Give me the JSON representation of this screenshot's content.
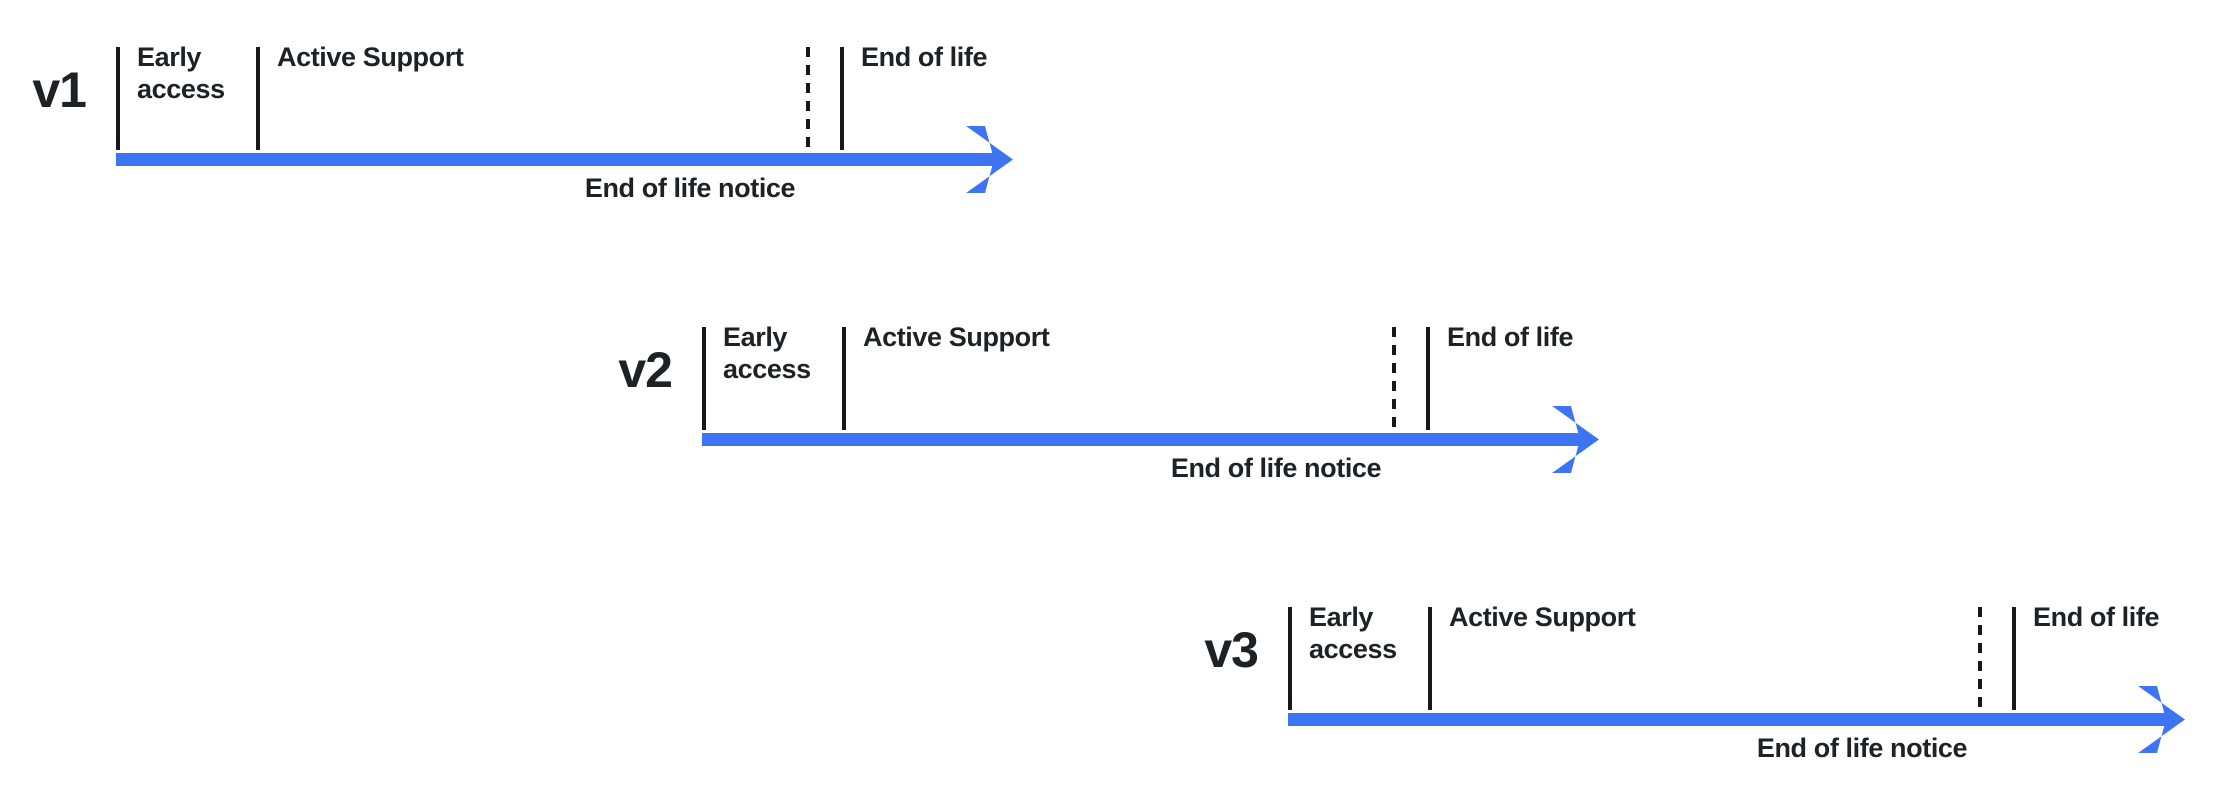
{
  "colors": {
    "arrow_blue": "#3D74F4",
    "line_black": "#17181D",
    "text_dark": "#1F2127",
    "background": "#FFFFFF"
  },
  "diagram": {
    "description": "Staggered version lifecycle timelines",
    "timelines": [
      {
        "version": "v1",
        "early_access": "Early access",
        "active_support": "Active Support",
        "end_of_life": "End of life",
        "end_of_life_notice": "End of life notice"
      },
      {
        "version": "v2",
        "early_access": "Early access",
        "active_support": "Active Support",
        "end_of_life": "End of life",
        "end_of_life_notice": "End of life notice"
      },
      {
        "version": "v3",
        "early_access": "Early access",
        "active_support": "Active Support",
        "end_of_life": "End of life",
        "end_of_life_notice": "End of life notice"
      }
    ]
  }
}
